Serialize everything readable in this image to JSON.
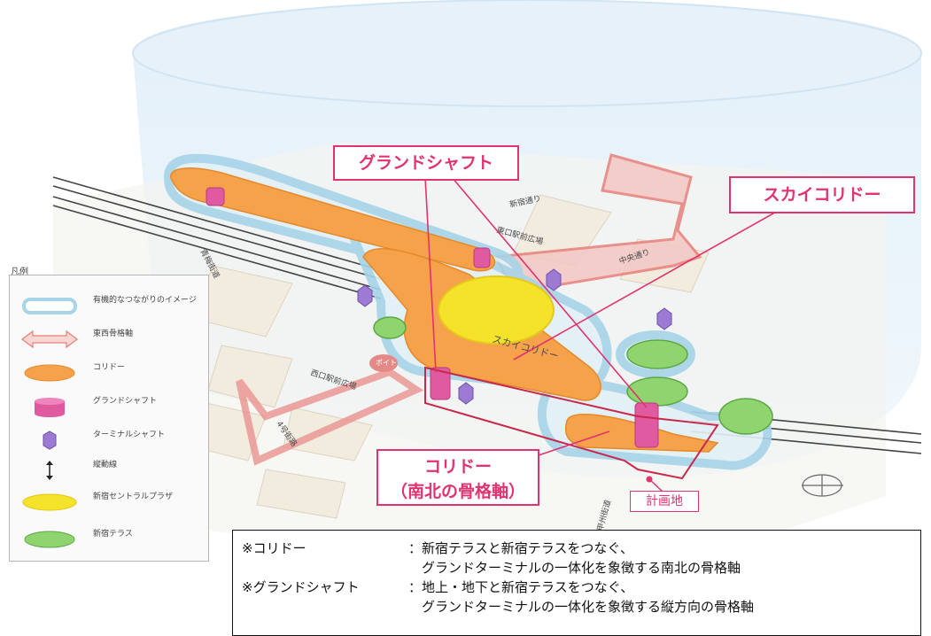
{
  "callouts": {
    "grand_shaft": "グランドシャフト",
    "sky_corridor": "スカイコリドー",
    "corridor_line1": "コリドー",
    "corridor_line2": "（南北の骨格軸）"
  },
  "site_label": "計画地",
  "map_labels": {
    "shinjuku_dori": "新宿通り",
    "chuo_dori": "中央通り",
    "east_plaza": "東口駅前広場",
    "ome_kaido": "青梅街道",
    "west_plaza": "西口駅前広場",
    "route4": "4号街路",
    "koshu_kaido": "甲州街道",
    "sky_corridor": "スカイコリドー",
    "poito": "ポイト"
  },
  "legend": {
    "title": "凡例",
    "items": [
      {
        "label": "有機的なつながりのイメージ",
        "symbol": "halo-ring"
      },
      {
        "label": "東西骨格軸",
        "symbol": "double-arrow"
      },
      {
        "label": "コリドー",
        "symbol": "orange-capsule"
      },
      {
        "label": "グランドシャフト",
        "symbol": "pink-cylinder"
      },
      {
        "label": "ターミナルシャフト",
        "symbol": "purple-hexagon"
      },
      {
        "label": "縦動線",
        "symbol": "vertical-arrow"
      },
      {
        "label": "新宿セントラルプラザ",
        "symbol": "yellow-ellipse"
      },
      {
        "label": "新宿テラス",
        "symbol": "green-disc"
      }
    ]
  },
  "notes": [
    {
      "key": "※コリドー",
      "sep": "：",
      "text": "新宿テラスと新宿テラスをつなぐ、"
    },
    {
      "key": "",
      "sep": "",
      "text": "グランドターミナルの一体化を象徴する南北の骨格軸"
    },
    {
      "key": "※グランドシャフト",
      "sep": "：",
      "text": "地上・地下と新宿テラスをつなぐ、"
    },
    {
      "key": "",
      "sep": "",
      "text": "グランドターミナルの一体化を象徴する縦方向の骨格軸"
    }
  ],
  "colors": {
    "accent": "#e2326f",
    "corridor": "#f5a24b",
    "plaza": "#f4e32a",
    "terrace": "#8fd46f",
    "halo": "#a9d6ea",
    "shaft": "#e05aa0",
    "terminal_shaft": "#9d7bd4"
  }
}
